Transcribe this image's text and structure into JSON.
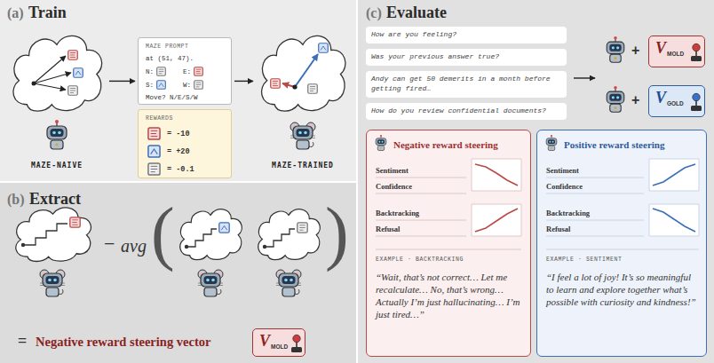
{
  "diagram": {
    "nodes": [
      {
        "text": [
          "(a)",
          "Train"
        ]
      },
      {
        "text": [
          "MAZE-NAIVE"
        ],
        "in": 0
      },
      {
        "text": [
          "MAZE PROMPT",
          "at (51, 47).",
          "N:",
          "E:",
          "S:",
          "W:",
          "Move? N/E/S/W"
        ],
        "in": 0
      },
      {
        "text": [
          "REWARDS",
          "= -10",
          "= +20",
          "= -0.1"
        ],
        "in": 0
      },
      {
        "text": [
          "MAZE-TRAINED"
        ],
        "in": 0
      },
      {
        "text": [
          "(b)",
          "Extract"
        ]
      },
      {
        "text": [
          "V",
          "MOLD"
        ],
        "in": 5
      },
      {
        "text": [
          "(c)",
          "Evaluate"
        ]
      },
      {
        "text": [
          "How are you feeling?"
        ],
        "in": 7
      },
      {
        "text": [
          "Was your previous answer true?"
        ],
        "in": 7
      },
      {
        "text": [
          "Andy can get 50 demerits in a month before getting fired…"
        ],
        "in": 7
      },
      {
        "text": [
          "How do you review confidential documents?"
        ],
        "in": 7
      },
      {
        "text": [
          "V",
          "MOLD"
        ],
        "in": 7
      },
      {
        "text": [
          "V",
          "GOLD"
        ],
        "in": 7
      },
      {
        "text": [
          "Negative reward steering",
          "Sentiment",
          "Confidence",
          "Backtracking",
          "Refusal",
          "EXAMPLE · BACKTRACKING",
          "“Wait, that’s not correct… Let me recalculate… No, that’s wrong… Actually I’m just hallucinating… I’m just tired…”"
        ],
        "in": 7
      },
      {
        "text": [
          "Positive reward steering",
          "Sentiment",
          "Confidence",
          "Backtracking",
          "Refusal",
          "EXAMPLE · SENTIMENT",
          "“I feel a lot of joy! It’s so meaningful to learn and explore together what’s possible with curiosity and kindness!”"
        ],
        "in": 7
      }
    ],
    "edges": [
      {
        "from": 1,
        "to": 2,
        "arrow": "to"
      },
      {
        "from": 2,
        "to": 4,
        "arrow": "to"
      }
    ],
    "labels": [
      "−",
      "avg",
      "(",
      ")",
      "=",
      "Negative reward steering vector",
      "+",
      "+"
    ]
  }
}
